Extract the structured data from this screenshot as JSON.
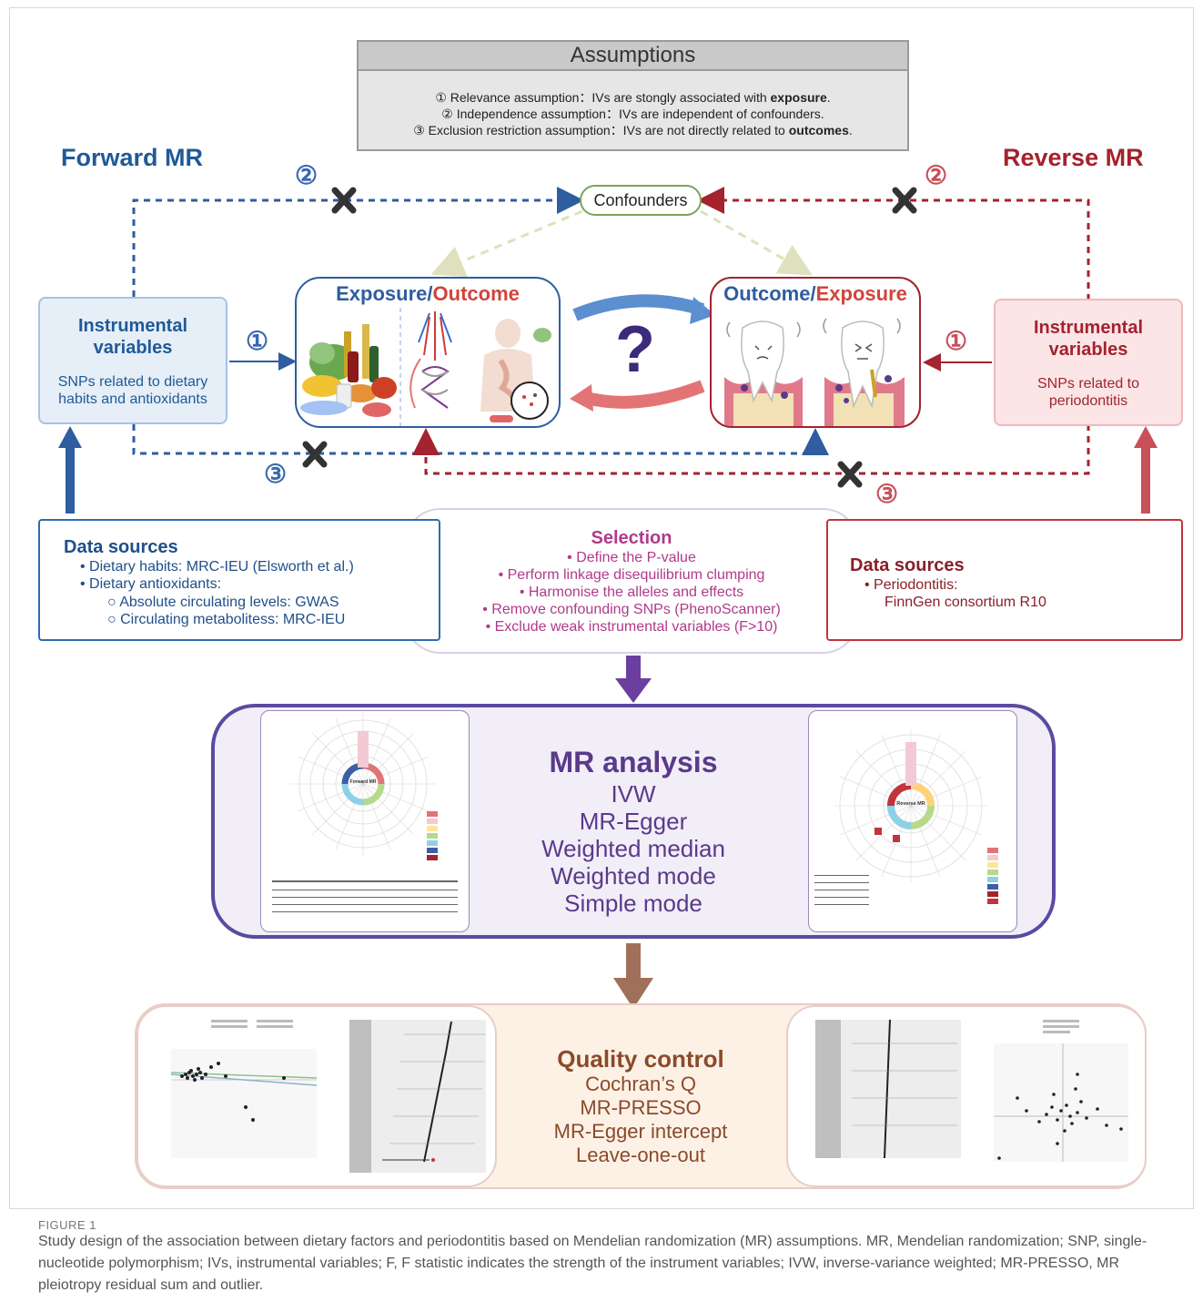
{
  "assumptions": {
    "title": "Assumptions",
    "line1": "① Relevance assumption：IVs are stongly associated with exposure.",
    "line2": "② Independence assumption：IVs are independent of confounders.",
    "line3": "③ Exclusion restriction assumption：IVs are not directly related to outcomes."
  },
  "forward": {
    "heading": "Forward MR",
    "iv_title": "Instrumental variables",
    "iv_sub": "SNPs related to dietary habits and antioxidants",
    "panel_part1": "Exposure",
    "panel_part2": "Outcome",
    "data_sources": {
      "title": "Data sources",
      "items": [
        "Dietary habits: MRC-IEU (Elsworth et al.)",
        "Dietary antioxidants:"
      ],
      "subitems": [
        "Absolute circulating levels: GWAS",
        "Circulating metabolitess: MRC-IEU"
      ]
    },
    "colors": {
      "main": "#1f5a96",
      "light_bg": "#e6eef8",
      "border": "#7ea3cf"
    }
  },
  "reverse": {
    "heading": "Reverse MR",
    "iv_title": "Instrumental variables",
    "iv_sub": "SNPs related to periodontitis",
    "panel_part1": "Outcome",
    "panel_part2": "Exposure",
    "data_sources": {
      "title": "Data sources",
      "items": [
        "Periodontitis:"
      ],
      "item_detail": "FinnGen consortium R10"
    },
    "colors": {
      "main": "#a3232e",
      "light_bg": "#fbe5e6",
      "border": "#e3a2a6"
    }
  },
  "confounders": "Confounders",
  "numbers": {
    "one": "①",
    "two": "②",
    "three": "③"
  },
  "question_mark": "?",
  "selection": {
    "title": "Selection",
    "items": [
      "Define the P-value",
      "Perform linkage disequilibrium clumping",
      "Harmonise the alleles and effects",
      "Remove confounding SNPs (PhenoScanner)",
      "Exclude weak instrumental variables (F>10)"
    ]
  },
  "mr_analysis": {
    "title": "MR analysis",
    "methods": [
      "IVW",
      "MR-Egger",
      "Weighted median",
      "Weighted mode",
      "Simple mode"
    ],
    "left_center": "Forward MR",
    "right_center": "Reverse MR"
  },
  "quality_control": {
    "title": "Quality control",
    "methods": [
      "Cochran’s Q",
      "MR-PRESSO",
      "MR-Egger intercept",
      "Leave-one-out"
    ]
  },
  "caption": {
    "label": "FIGURE 1",
    "text": "Study design of the association between dietary factors and periodontitis based on Mendelian randomization (MR) assumptions. MR, Mendelian randomization; SNP, single-nucleotide polymorphism; IVs, instrumental variables; F, F statistic indicates the strength of the instrument variables; IVW, inverse-variance weighted; MR-PRESSO, MR pleiotropy residual sum and outlier."
  }
}
